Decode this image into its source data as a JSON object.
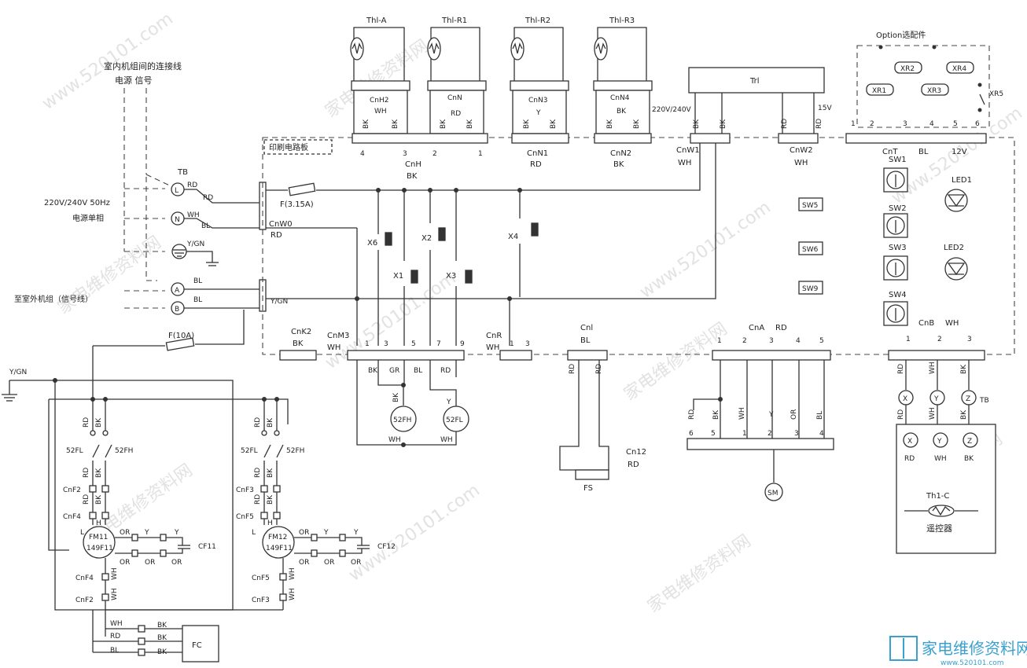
{
  "watermarks": {
    "site": "www.520101.com",
    "name": "家电维修资料网"
  },
  "brand": {
    "name": "家电维修资料网",
    "url": "www.520101.com"
  },
  "labels": {
    "indoor_link_title": "室内机组间的连接线",
    "power_signal": "电源 信号",
    "pcb": "印刷电路板",
    "power_spec": "220V/240V 50Hz",
    "single_phase": "电源单相",
    "to_outdoor": "至室外机组（信号线）",
    "yellow_green": "Y/GN",
    "tb": "TB",
    "fuse_main": "F(3.15A)",
    "fuse_10a": "F(10A)",
    "option": "Option选配件",
    "transformer": "Trl",
    "v220_240": "220V/240V",
    "v15": "15V",
    "v12": "12V",
    "remote": "遥控器",
    "th1c": "Th1-C",
    "fs": "FS",
    "fc": "FC",
    "sm": "SM",
    "cf11": "CF11",
    "cf12": "CF12",
    "fm11a": "FM11",
    "fm11b": "149F11",
    "fm12a": "FM12",
    "fm12b": "149F11",
    "fh52": "52FH",
    "fl52": "52FL"
  },
  "thermistors": [
    {
      "name": "Thl-A",
      "conn": "CnH2",
      "color": "WH"
    },
    {
      "name": "Thl-R1",
      "conn": "CnN",
      "color": "RD"
    },
    {
      "name": "Thl-R2",
      "conn": "CnN3",
      "color": "Y"
    },
    {
      "name": "Thl-R3",
      "conn": "CnN4",
      "color": "BK"
    }
  ],
  "connectors": {
    "cnh": "CnH",
    "cnh_color": "BK",
    "cnn1": "CnN1",
    "cnn1_color": "RD",
    "cnn2": "CnN2",
    "cnn2_color": "BK",
    "cnw1": "CnW1",
    "cnw1_color": "WH",
    "cnw2": "CnW2",
    "cnw2_color": "WH",
    "cnw0": "CnW0",
    "cnw0_color": "RD",
    "cnt": "CnT",
    "cnt_color": "BL",
    "cnk2": "CnK2",
    "cnk2_color": "BK",
    "cnm3": "CnM3",
    "cnm3_color": "WH",
    "cnr": "CnR",
    "cnr_color": "WH",
    "cni": "Cnl",
    "cni_color": "BL",
    "cna": "CnA",
    "cna_color": "RD",
    "cnb": "CnB",
    "cnb_color": "WH",
    "cn12": "Cn12",
    "cn12_color": "RD"
  },
  "relays": [
    "X6",
    "X1",
    "X2",
    "X3",
    "X4"
  ],
  "switches": [
    "SW1",
    "SW2",
    "SW3",
    "SW4"
  ],
  "sw_boxes": [
    "SW5",
    "SW6",
    "SW9"
  ],
  "leds": [
    "LED1",
    "LED2"
  ],
  "options": [
    "XR1",
    "XR2",
    "XR3",
    "XR4",
    "XR5"
  ],
  "terminals": [
    "L",
    "N",
    "A",
    "B",
    "X",
    "Y",
    "Z"
  ],
  "wire_colors": {
    "rd": "RD",
    "bk": "BK",
    "wh": "WH",
    "bl": "BL",
    "gr": "GR",
    "y": "Y",
    "or": "OR",
    "yg": "Y/GN"
  },
  "pins": [
    "1",
    "2",
    "3",
    "4",
    "5",
    "6",
    "7",
    "9"
  ],
  "motor_labels": {
    "cnf2": "CnF2",
    "cnf3": "CnF3",
    "cnf4": "CnF4",
    "cnf5": "CnF5",
    "h": "H",
    "l": "L"
  }
}
